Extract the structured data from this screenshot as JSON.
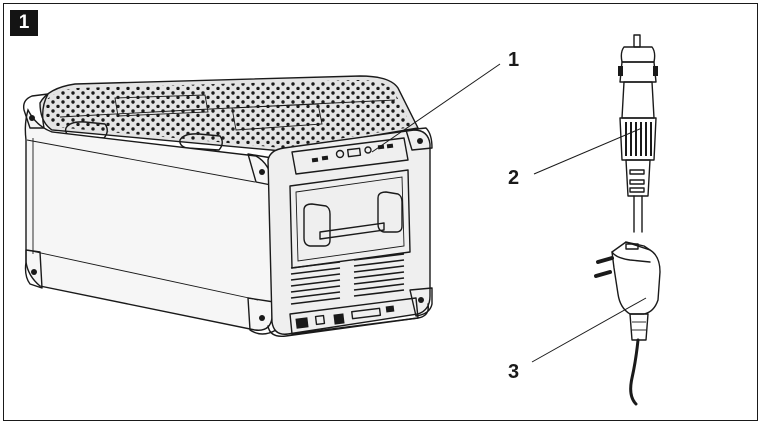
{
  "figure": {
    "number": "1",
    "callouts": [
      {
        "label": "1",
        "part": "control-panel"
      },
      {
        "label": "2",
        "part": "dc-connection-cable"
      },
      {
        "label": "3",
        "part": "ac-connection-cable"
      }
    ]
  }
}
